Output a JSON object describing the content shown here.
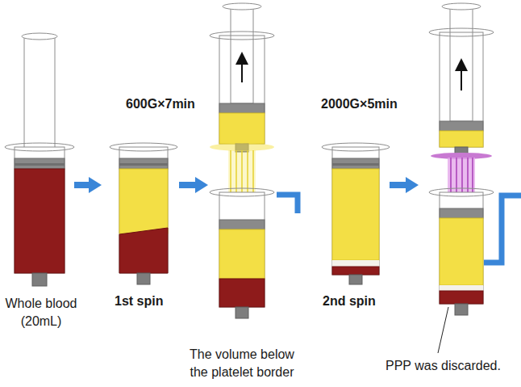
{
  "diagram": {
    "labels": [
      "Whole blood (20mL)",
      "600G×7min",
      "1st spin",
      "The volume below the platelet border",
      "2000G×5min",
      "2nd spin",
      "PPP was discarded."
    ]
  }
}
